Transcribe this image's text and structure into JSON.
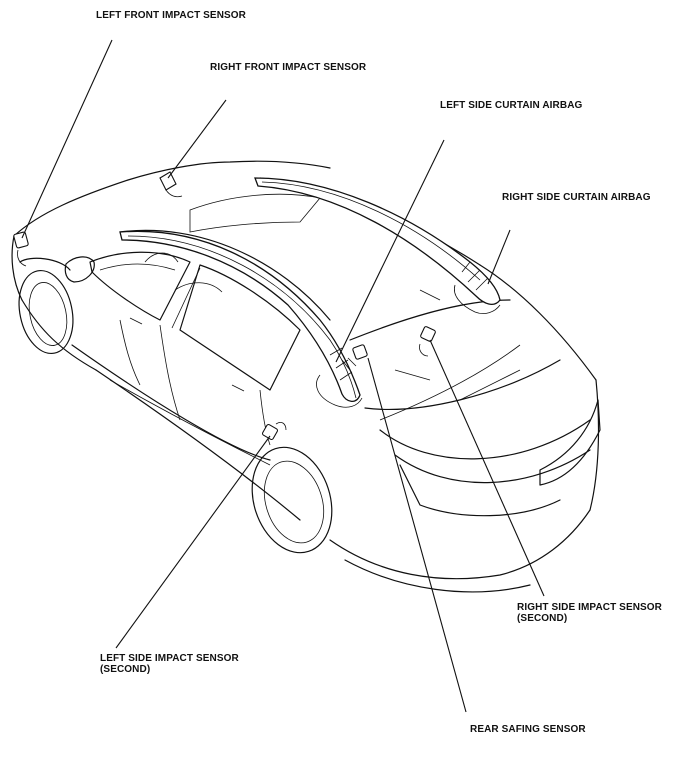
{
  "labels": {
    "left_front_impact_sensor": "LEFT FRONT IMPACT SENSOR",
    "right_front_impact_sensor": "RIGHT FRONT IMPACT SENSOR",
    "left_side_curtain_airbag": "LEFT SIDE CURTAIN AIRBAG",
    "right_side_curtain_airbag": "RIGHT SIDE CURTAIN AIRBAG",
    "right_side_impact_sensor_line1": "RIGHT SIDE IMPACT SENSOR",
    "right_side_impact_sensor_line2": "(SECOND)",
    "left_side_impact_sensor_line1": "LEFT SIDE IMPACT SENSOR",
    "left_side_impact_sensor_line2": "(SECOND)",
    "rear_safing_sensor": "REAR SAFING SENSOR"
  }
}
